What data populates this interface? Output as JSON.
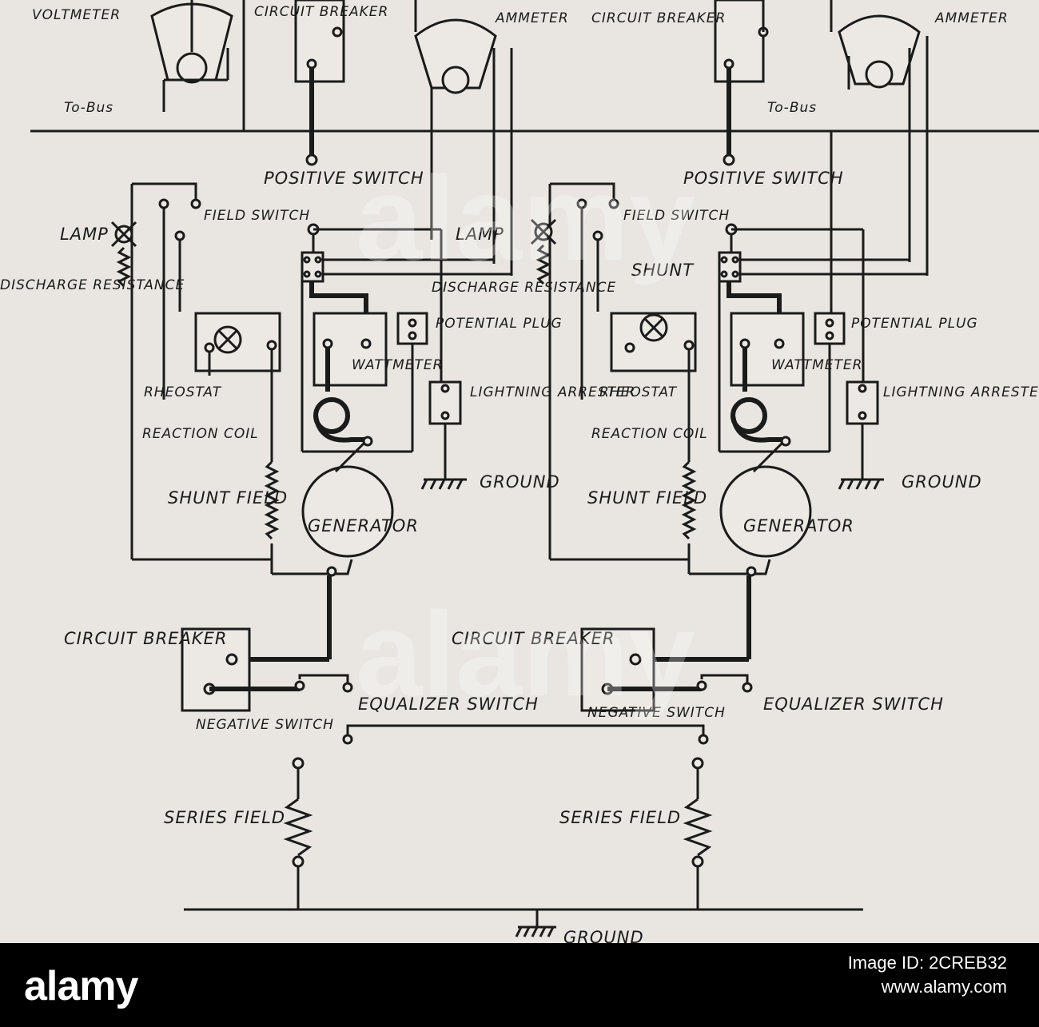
{
  "labels": {
    "voltmeter": "VOLTMETER",
    "circuit_breaker_top_left": "CIRCUIT BREAKER",
    "ammeter_left": "AMMETER",
    "circuit_breaker_top_right": "CIRCUIT BREAKER",
    "ammeter_right": "AMMETER",
    "to_bus_left": "To-Bus",
    "to_bus_right": "To-Bus",
    "positive_switch_left": "POSITIVE SWITCH",
    "positive_switch_right": "POSITIVE SWITCH",
    "lamp_left": "LAMP",
    "lamp_right": "LAMP",
    "field_switch_left": "FIELD SWITCH",
    "field_switch_right": "FIELD SWITCH",
    "shunt": "SHUNT",
    "discharge_resistance_left": "DISCHARGE RESISTANCE",
    "discharge_resistance_mid": "DISCHARGE RESISTANCE",
    "potential_plug_left": "POTENTIAL PLUG",
    "potential_plug_right": "POTENTIAL PLUG",
    "wattmeter_left": "WATTMETER",
    "wattmeter_right": "WATTMETER",
    "rheostat_left": "RHEOSTAT",
    "rheostat_right": "RHEOSTAT",
    "lightning_arrester_left": "LIGHTNING ARRESTER",
    "lightning_arrester_right": "LIGHTNING ARRESTER",
    "reaction_coil_left": "REACTION COIL",
    "reaction_coil_right": "REACTION COIL",
    "ground_mid": "GROUND",
    "ground_right": "GROUND",
    "ground_bottom": "GROUND",
    "shunt_field_left": "SHUNT FIELD",
    "shunt_field_right": "SHUNT FIELD",
    "generator_left": "GENERATOR",
    "generator_right": "GENERATOR",
    "circuit_breaker_low_left": "CIRCUIT BREAKER",
    "circuit_breaker_low_right": "CIRCUIT BREAKER",
    "equalizer_switch_left": "EQUALIZER SWITCH",
    "equalizer_switch_right": "EQUALIZER SWITCH",
    "negative_switch_left": "NEGATIVE SWITCH",
    "negative_switch_right": "NEGATIVE SWITCH",
    "series_field_left": "SERIES FIELD",
    "series_field_right": "SERIES FIELD"
  },
  "watermark": "alamy",
  "footer": {
    "logo": "alamy",
    "image_id": "Image ID: 2CREB32",
    "site": "www.alamy.com"
  }
}
